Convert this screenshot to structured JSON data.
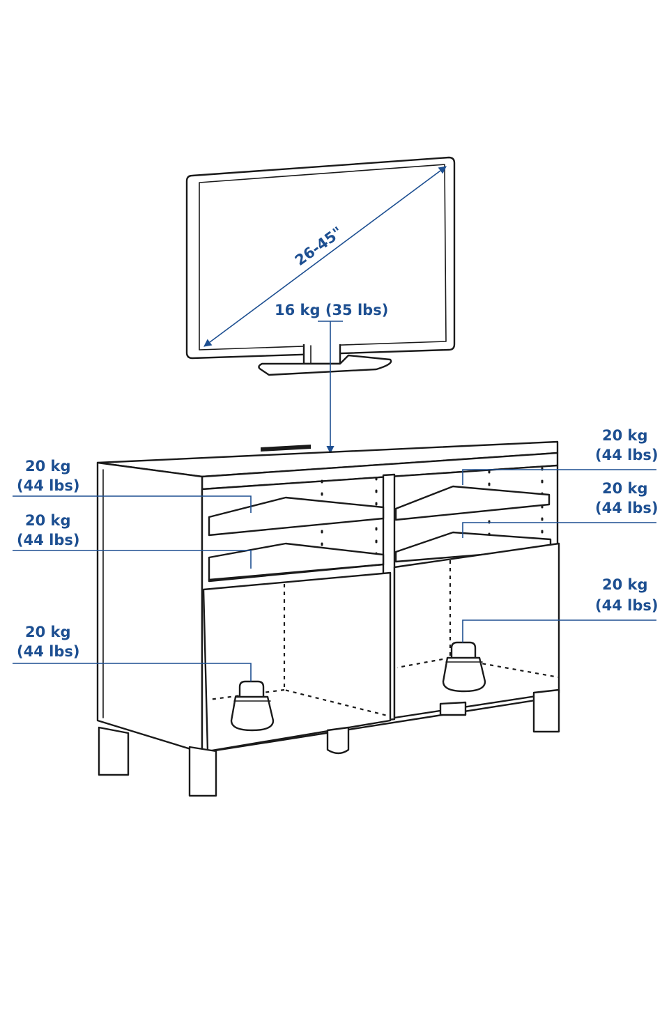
{
  "colors": {
    "accent": "#1d4f91",
    "ink": "#1a1a1a",
    "background": "#ffffff"
  },
  "tv": {
    "diagonal_label": "26-45\"",
    "weight_label": "16 kg (35 lbs)"
  },
  "load_labels": {
    "left_upper_shelf": {
      "kg": "20 kg",
      "lbs": "(44 lbs)"
    },
    "left_lower_shelf": {
      "kg": "20 kg",
      "lbs": "(44 lbs)"
    },
    "left_compartment": {
      "kg": "20 kg",
      "lbs": "(44 lbs)"
    },
    "right_upper_shelf": {
      "kg": "20 kg",
      "lbs": "(44 lbs)"
    },
    "right_lower_shelf": {
      "kg": "20 kg",
      "lbs": "(44 lbs)"
    },
    "right_compartment": {
      "kg": "20 kg",
      "lbs": "(44 lbs)"
    }
  }
}
